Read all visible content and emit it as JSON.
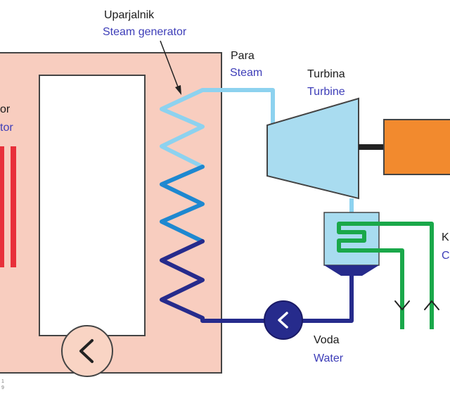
{
  "labels": {
    "steam_generator": {
      "si": "Uparjalnik",
      "en": "Steam generator"
    },
    "steam": {
      "si": "Para",
      "en": "Steam"
    },
    "turbine": {
      "si": "Turbina",
      "en": "Turbine"
    },
    "water": {
      "si": "Voda",
      "en": "Water"
    },
    "reactor": {
      "si": "or",
      "en": "tor"
    },
    "condenser": {
      "si": "K",
      "en": "C"
    }
  },
  "footnote": {
    "line1": "1",
    "line2": "9"
  },
  "colors": {
    "containment_fill": "#f8cdbf",
    "outline": "#444444",
    "steam_light": "#8dd2ef",
    "water_mid": "#1e88d0",
    "water_dark": "#262b8c",
    "turbine_fill": "#a9dcf0",
    "generator_fill": "#f28a2e",
    "cooling_green": "#1aa84a",
    "fuel_red": "#e8303a",
    "condenser_fill": "#a8dcf0",
    "pump_fill": "#f9d4c4"
  },
  "icons": {
    "pump_primary": "chevron-left-icon",
    "pump_secondary": "chevron-left-icon"
  }
}
